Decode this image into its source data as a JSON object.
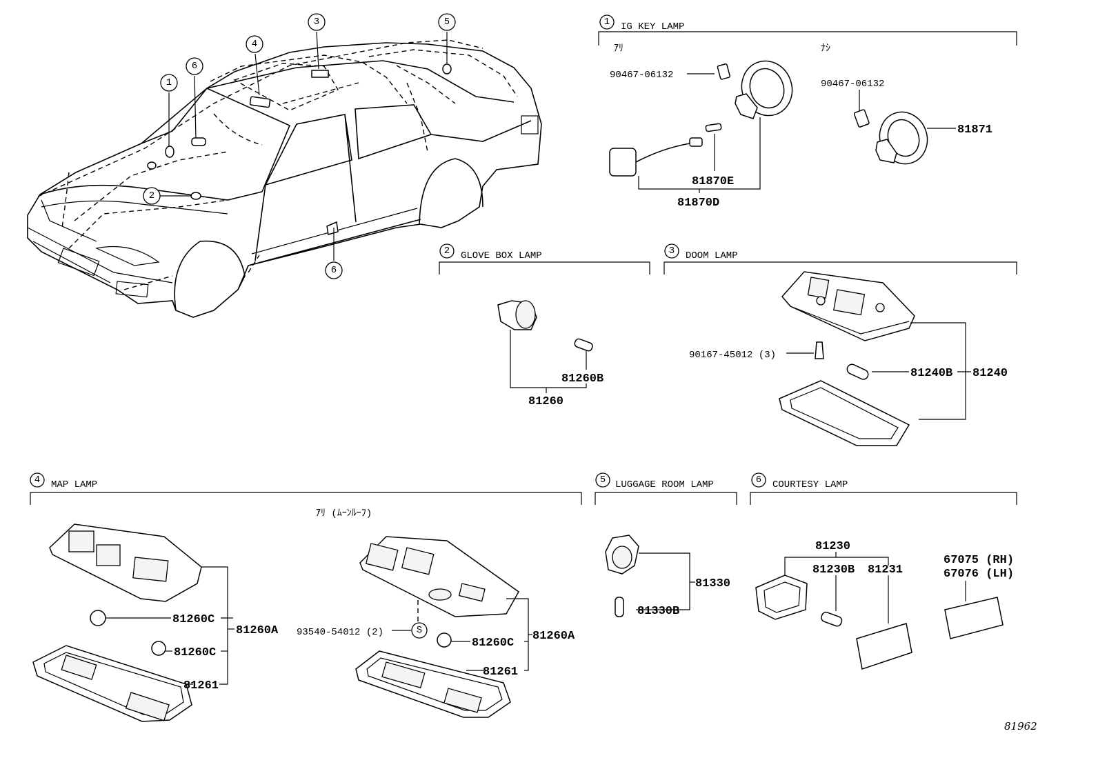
{
  "car_callouts": [
    "1",
    "6",
    "4",
    "3",
    "5",
    "2",
    "6"
  ],
  "sections": {
    "ig_key": {
      "num": "1",
      "title": "IG KEY LAMP",
      "variant_with": "ｱﾘ",
      "variant_without": "ﾅｼ",
      "parts": [
        "90467-06132",
        "81870E",
        "81870D",
        "90467-06132",
        "81871"
      ]
    },
    "glove_box": {
      "num": "2",
      "title": "GLOVE BOX LAMP",
      "parts": [
        "81260B",
        "81260"
      ]
    },
    "dome": {
      "num": "3",
      "title": "DOOM LAMP",
      "parts": [
        "90167-45012 (3)",
        "81240B",
        "81240"
      ]
    },
    "map": {
      "num": "4",
      "title": "MAP LAMP",
      "variant": "ｱﾘ (ﾑｰﾝﾙｰﾌ)",
      "parts_left": [
        "81260C",
        "81260C",
        "81260A",
        "81261"
      ],
      "parts_right": [
        "93540-54012 (2)",
        "S",
        "81260C",
        "81260A",
        "81261"
      ]
    },
    "luggage": {
      "num": "5",
      "title": "LUGGAGE ROOM LAMP",
      "parts": [
        "81330",
        "81330B"
      ]
    },
    "courtesy": {
      "num": "6",
      "title": "COURTESY LAMP",
      "parts": [
        "81230",
        "81230B",
        "81231",
        "67075 (RH)",
        "67076 (LH)"
      ]
    }
  },
  "page_code": "81962"
}
